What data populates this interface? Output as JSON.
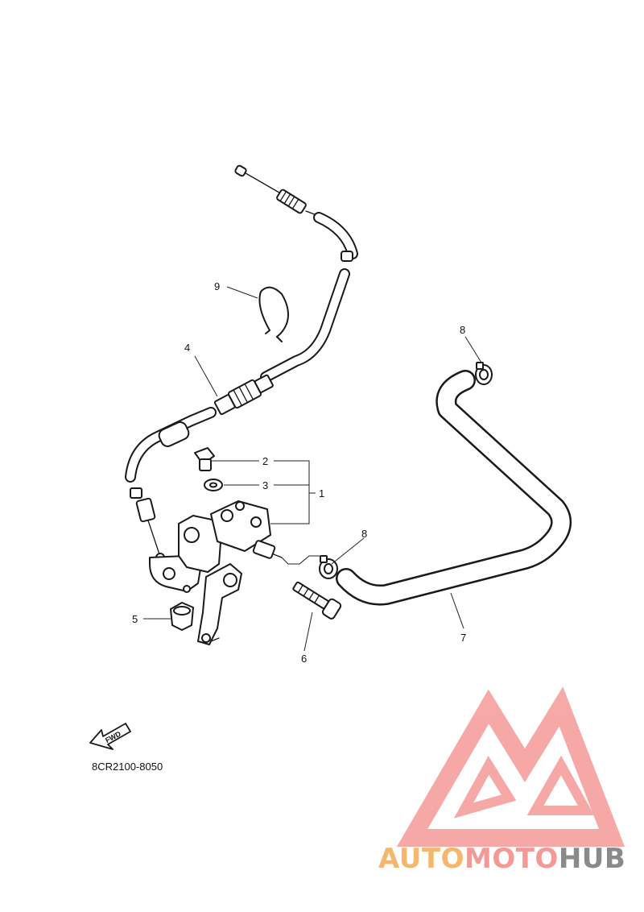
{
  "callouts": {
    "c1": "1",
    "c2": "2",
    "c3": "3",
    "c4": "4",
    "c5": "5",
    "c6": "6",
    "c7": "7",
    "c8a": "8",
    "c8b": "8",
    "c9": "9"
  },
  "fwd_label": "FWD",
  "diagram_code": "8CR2100-8050",
  "watermark": {
    "part1": "AUTO",
    "part2": "MOTO",
    "part3": "HUB",
    "color_orange": "#f5b76e",
    "color_red": "#f49a96",
    "color_gray": "#8a8a8a"
  }
}
